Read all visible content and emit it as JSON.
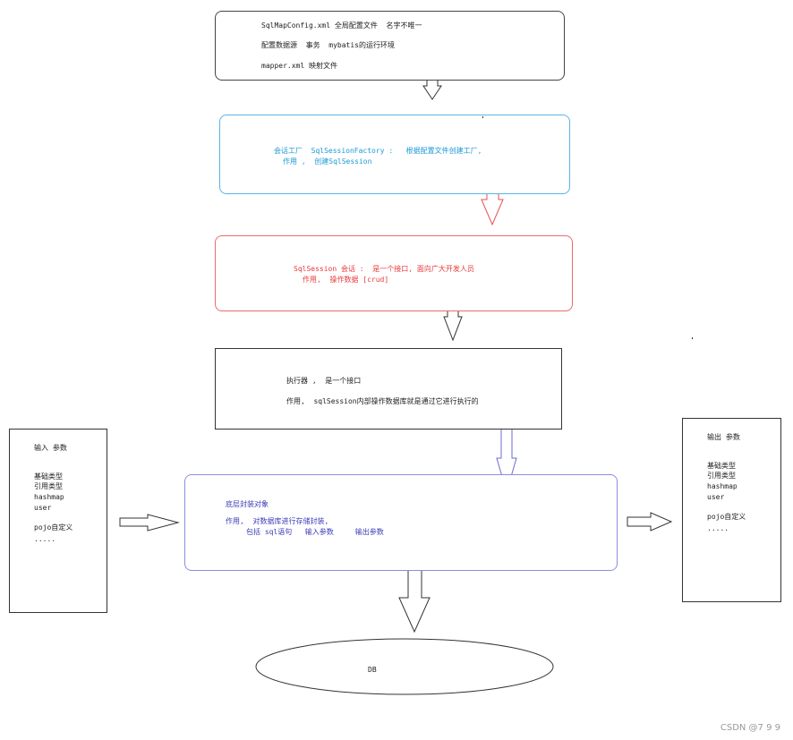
{
  "config_box": {
    "line1": "SqlMapConfig.xml 全局配置文件  名字不唯一",
    "line2": "配置数据源  事务  mybatis的运行环境",
    "line3": "mapper.xml 映射文件"
  },
  "factory_box": {
    "line1": "会话工厂  SqlSessionFactory :   根据配置文件创建工厂,",
    "line2": "作用 ,  创建SqlSession",
    "color": "#1a9ad6"
  },
  "session_box": {
    "line1": "SqlSession 会话 :  是一个接口, 面向广大开发人员",
    "line2": "作用,  操作数据 [crud]",
    "color": "#e83a3a"
  },
  "executor_box": {
    "line1": "执行器 ,  是一个接口",
    "line2": "作用,  sqlSession内部操作数据库就是通过它进行执行的"
  },
  "input_box": {
    "title": "输入 参数",
    "items": [
      "基础类型",
      "引用类型",
      "hashmap",
      "user",
      "pojo自定义",
      "....."
    ]
  },
  "mapped_box": {
    "line1": "底层封装对象",
    "line2": "作用,  对数据库进行存储封装,",
    "line3": "包括 sql语句   输入参数     输出参数",
    "color": "#3b3bb8",
    "border_color": "#8c8ce0"
  },
  "output_box": {
    "title": "输出 参数",
    "items": [
      "基础类型",
      "引用类型",
      "hashmap",
      "user",
      "pojo自定义",
      "....."
    ]
  },
  "db": {
    "label": "DB"
  },
  "watermark": "CSDN @7 9 9",
  "colors": {
    "arrow_dark": "#333333",
    "arrow_red": "#e85050",
    "arrow_blue": "#6b6bd6"
  }
}
